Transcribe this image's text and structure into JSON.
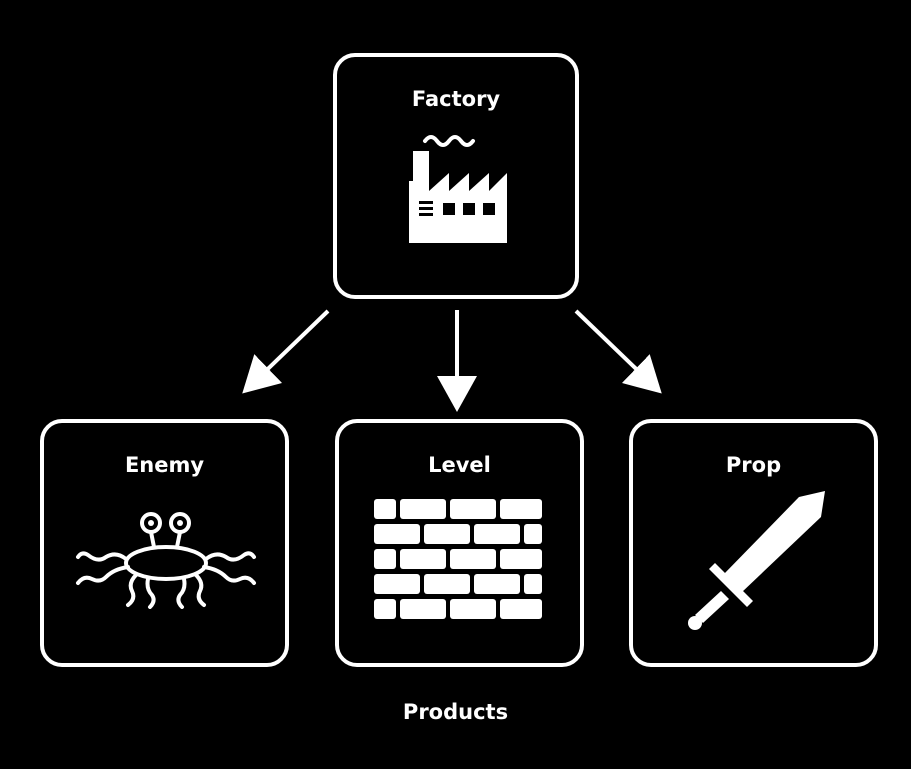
{
  "factory": {
    "title": "Factory",
    "icon": "factory-icon"
  },
  "products": {
    "caption": "Products",
    "items": [
      {
        "title": "Enemy",
        "icon": "flying-spaghetti-monster-icon"
      },
      {
        "title": "Level",
        "icon": "brick-wall-icon"
      },
      {
        "title": "Prop",
        "icon": "sword-icon"
      }
    ]
  },
  "colors": {
    "background": "#000000",
    "foreground": "#ffffff"
  }
}
